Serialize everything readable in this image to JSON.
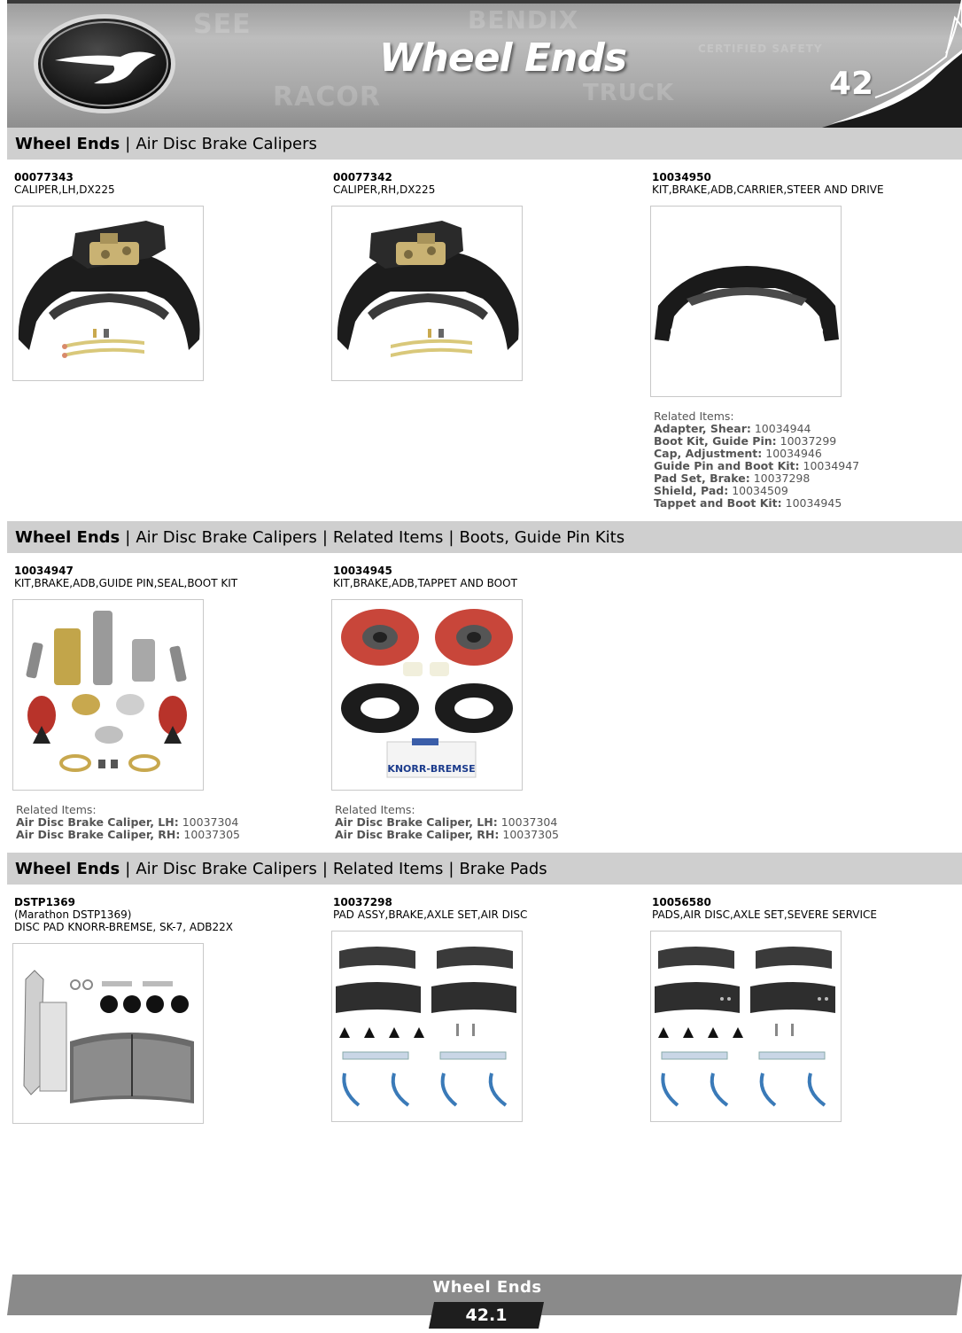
{
  "header": {
    "title": "Wheel Ends",
    "page_number": "42"
  },
  "sections": [
    {
      "strong": "Wheel Ends",
      "crumbs": [
        "Air Disc Brake Calipers"
      ]
    },
    {
      "strong": "Wheel Ends",
      "crumbs": [
        "Air Disc Brake Calipers",
        "Related Items",
        "Boots, Guide Pin Kits"
      ]
    },
    {
      "strong": "Wheel Ends",
      "crumbs": [
        "Air Disc Brake Calipers",
        "Related Items",
        "Brake Pads"
      ]
    }
  ],
  "products": [
    {
      "code": "00077343",
      "lines": [
        "CALIPER,LH,DX225"
      ]
    },
    {
      "code": "00077342",
      "lines": [
        "CALIPER,RH,DX225"
      ]
    },
    {
      "code": "10034950",
      "lines": [
        "KIT,BRAKE,ADB,CARRIER,STEER AND DRIVE"
      ]
    },
    {
      "code": "10034947",
      "lines": [
        "KIT,BRAKE,ADB,GUIDE PIN,SEAL,BOOT KIT"
      ]
    },
    {
      "code": "10034945",
      "lines": [
        "KIT,BRAKE,ADB,TAPPET AND BOOT"
      ]
    },
    {
      "code": "DSTP1369",
      "lines": [
        "(Marathon DSTP1369)",
        "DISC PAD KNORR-BREMSE, SK-7, ADB22X"
      ]
    },
    {
      "code": "10037298",
      "lines": [
        "PAD ASSY,BRAKE,AXLE SET,AIR DISC"
      ]
    },
    {
      "code": "10056580",
      "lines": [
        "PADS,AIR DISC,AXLE SET,SEVERE SERVICE"
      ]
    }
  ],
  "related": [
    {
      "title": "Related Items:",
      "items": [
        {
          "label": "Adapter, Shear:",
          "value": "10034944"
        },
        {
          "label": "Boot Kit, Guide Pin:",
          "value": "10037299"
        },
        {
          "label": "Cap, Adjustment:",
          "value": "10034946"
        },
        {
          "label": "Guide Pin and Boot Kit:",
          "value": "10034947"
        },
        {
          "label": "Pad Set, Brake:",
          "value": "10037298"
        },
        {
          "label": "Shield, Pad:",
          "value": "10034509"
        },
        {
          "label": "Tappet and Boot Kit:",
          "value": "10034945"
        }
      ]
    },
    {
      "title": "Related Items:",
      "items": [
        {
          "label": "Air Disc Brake Caliper, LH:",
          "value": "10037304"
        },
        {
          "label": "Air Disc Brake Caliper, RH:",
          "value": "10037305"
        }
      ]
    },
    {
      "title": "Related Items:",
      "items": [
        {
          "label": "Air Disc Brake Caliper, LH:",
          "value": "10037304"
        },
        {
          "label": "Air Disc Brake Caliper, RH:",
          "value": "10037305"
        }
      ]
    }
  ],
  "image_text": {
    "kit_label": "KNORR-BREMSE"
  },
  "footer": {
    "title": "Wheel Ends",
    "page": "42.1"
  },
  "colors": {
    "section_bar": "#cfcfcf",
    "footer_bar": "#8a8a8a",
    "footer_num": "#1e1e1e",
    "caliper": "#1c1c1c",
    "boot_red": "#c8463a"
  }
}
